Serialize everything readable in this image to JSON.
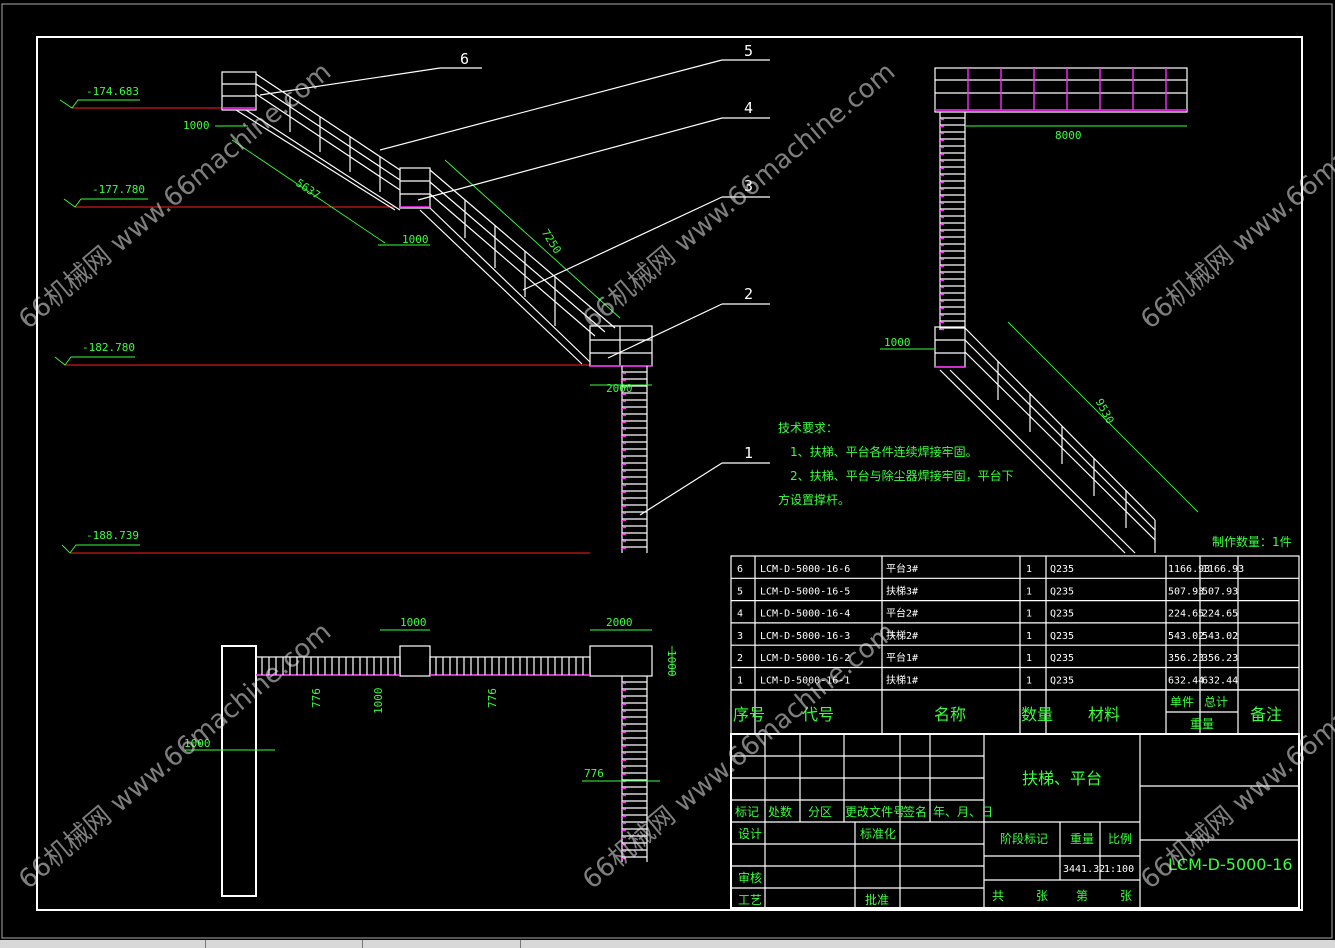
{
  "elevations": [
    "-174.683",
    "-177.780",
    "-182.780",
    "-188.739"
  ],
  "balloons": [
    "6",
    "5",
    "4",
    "3",
    "2",
    "1"
  ],
  "dimensions": {
    "iso_1000_top": "1000",
    "iso_5637": "5637",
    "iso_1000_mid": "1000",
    "iso_7250": "7250",
    "iso_2000": "2000",
    "side_8000": "8000",
    "side_1000": "1000",
    "side_9530": "9530",
    "plan_1000_a": "1000",
    "plan_2000": "2000",
    "plan_1000_b": "1000",
    "plan_776_a": "776",
    "plan_1000_c": "1000",
    "plan_776_b": "776",
    "plan_1000_d": "1000",
    "plan_776_c": "776"
  },
  "tech_notes": {
    "title": "技术要求：",
    "line1": "1、扶梯、平台各件连续焊接牢固。",
    "line2": "2、扶梯、平台与除尘器焊接牢固，平台下",
    "line3": "方设置撑杆。"
  },
  "quantity_note": "制作数量：1件",
  "bom": {
    "rows": [
      {
        "no": "6",
        "code": "LCM-D-5000-16-6",
        "name": "平台3#",
        "qty": "1",
        "material": "Q235",
        "unit": "1166.93",
        "total": "1166.93"
      },
      {
        "no": "5",
        "code": "LCM-D-5000-16-5",
        "name": "扶梯3#",
        "qty": "1",
        "material": "Q235",
        "unit": "507.93",
        "total": "507.93"
      },
      {
        "no": "4",
        "code": "LCM-D-5000-16-4",
        "name": "平台2#",
        "qty": "1",
        "material": "Q235",
        "unit": "224.65",
        "total": "224.65"
      },
      {
        "no": "3",
        "code": "LCM-D-5000-16-3",
        "name": "扶梯2#",
        "qty": "1",
        "material": "Q235",
        "unit": "543.02",
        "total": "543.02"
      },
      {
        "no": "2",
        "code": "LCM-D-5000-16-2",
        "name": "平台1#",
        "qty": "1",
        "material": "Q235",
        "unit": "356.23",
        "total": "356.23"
      },
      {
        "no": "1",
        "code": "LCM-D-5000-16-1",
        "name": "扶梯1#",
        "qty": "1",
        "material": "Q235",
        "unit": "632.44",
        "total": "632.44"
      }
    ],
    "headers": {
      "no": "序号",
      "code": "代号",
      "name": "名称",
      "qty": "数量",
      "material": "材料",
      "unit": "单件",
      "total": "总计",
      "weight": "重量",
      "remark": "备注"
    }
  },
  "title_block": {
    "drawing_title": "扶梯、平台",
    "drawing_number": "LCM-D-5000-16",
    "revision_labels": [
      "标记",
      "处数",
      "分区",
      "更改文件号",
      "签名",
      "年、月、日"
    ],
    "design": "设计",
    "standardize": "标准化",
    "review": "审核",
    "process": "工艺",
    "approve": "批准",
    "stage_mark": "阶段标记",
    "weight_label": "重量",
    "scale_label": "比例",
    "weight_value": "3441.32",
    "scale_value": "1:100",
    "sheets": [
      "共",
      "张",
      "第",
      "张"
    ]
  },
  "watermark": {
    "text_a": "66机械网 www.66machine.com"
  },
  "colors": {
    "lines": "#ffffff",
    "dims": "#39ff3c",
    "elev_lines": "#ff2020",
    "steps": "#ff2cff",
    "background": "#000000"
  }
}
